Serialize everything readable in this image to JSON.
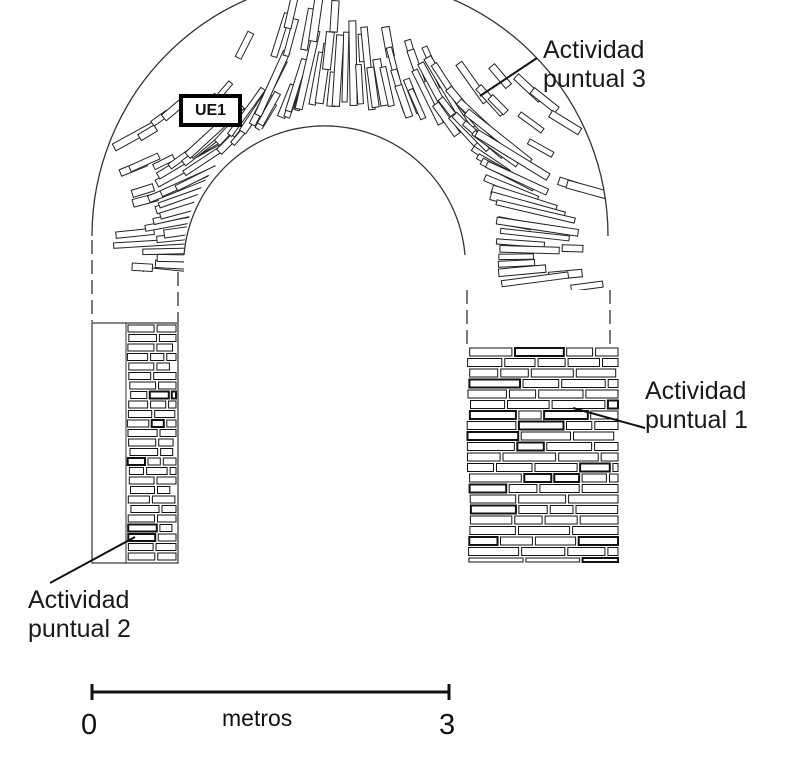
{
  "labels": {
    "ue1": "UE1",
    "activity3": {
      "line1": "Actividad",
      "line2": "puntual 3"
    },
    "activity1": {
      "line1": "Actividad",
      "line2": "puntual 1"
    },
    "activity2": {
      "line1": "Actividad",
      "line2": "puntual 2"
    }
  },
  "scale": {
    "start": "0",
    "end": "3",
    "unit": "metros"
  }
}
